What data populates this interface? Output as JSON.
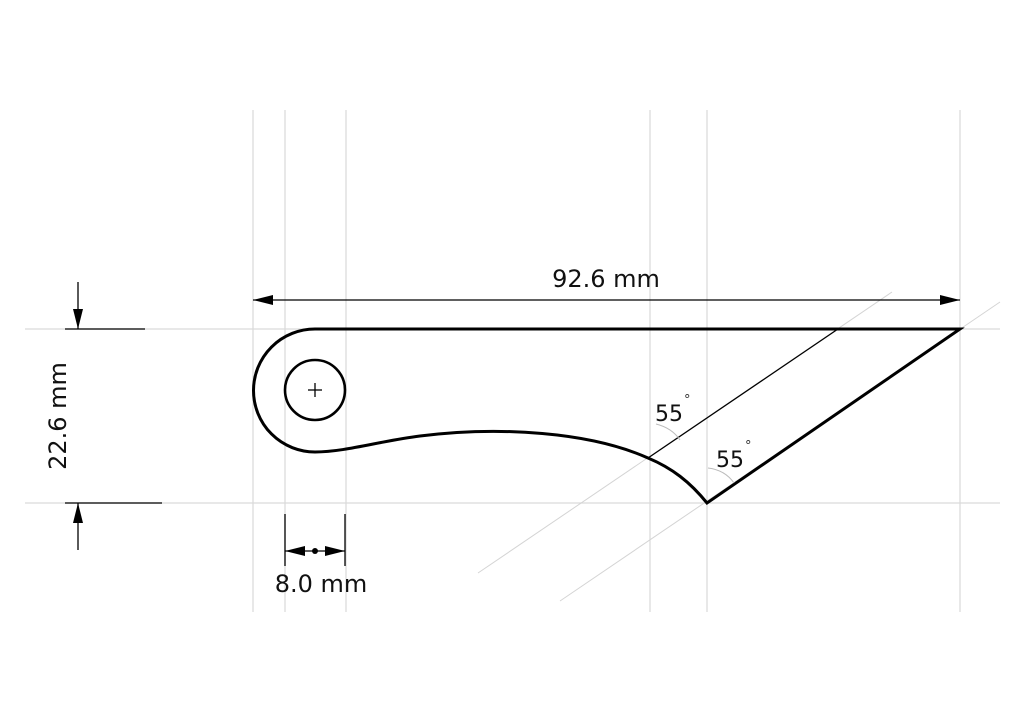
{
  "dimensions": {
    "overall_length": "92.6 mm",
    "height": "22.6 mm",
    "hole_diameter": "8.0 mm"
  },
  "angles": {
    "bevel_angle_1": "55",
    "bevel_angle_2": "55",
    "degree_symbol": "°"
  },
  "colors": {
    "outline": "#000000",
    "construction": "#d9d9d9"
  }
}
